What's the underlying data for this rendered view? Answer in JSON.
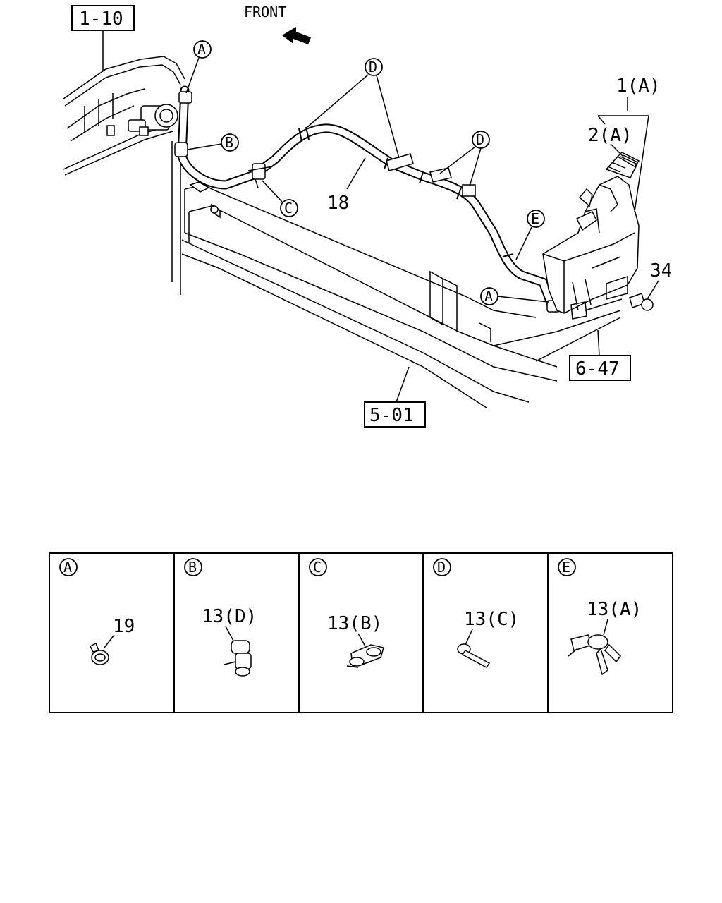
{
  "diagram": {
    "front_label": "FRONT",
    "ref_boxes": {
      "r1": "1-10",
      "r2": "6-47",
      "r3": "5-01"
    },
    "callouts": {
      "tank": "1(A)",
      "cap": "2(A)",
      "hose": "18",
      "bolt": "34"
    },
    "circle_labels": {
      "A": "A",
      "B": "B",
      "C": "C",
      "D": "D",
      "E": "E"
    }
  },
  "details": [
    {
      "letter": "A",
      "part": "19"
    },
    {
      "letter": "B",
      "part": "13(D)"
    },
    {
      "letter": "C",
      "part": "13(B)"
    },
    {
      "letter": "D",
      "part": "13(C)"
    },
    {
      "letter": "E",
      "part": "13(A)"
    }
  ]
}
